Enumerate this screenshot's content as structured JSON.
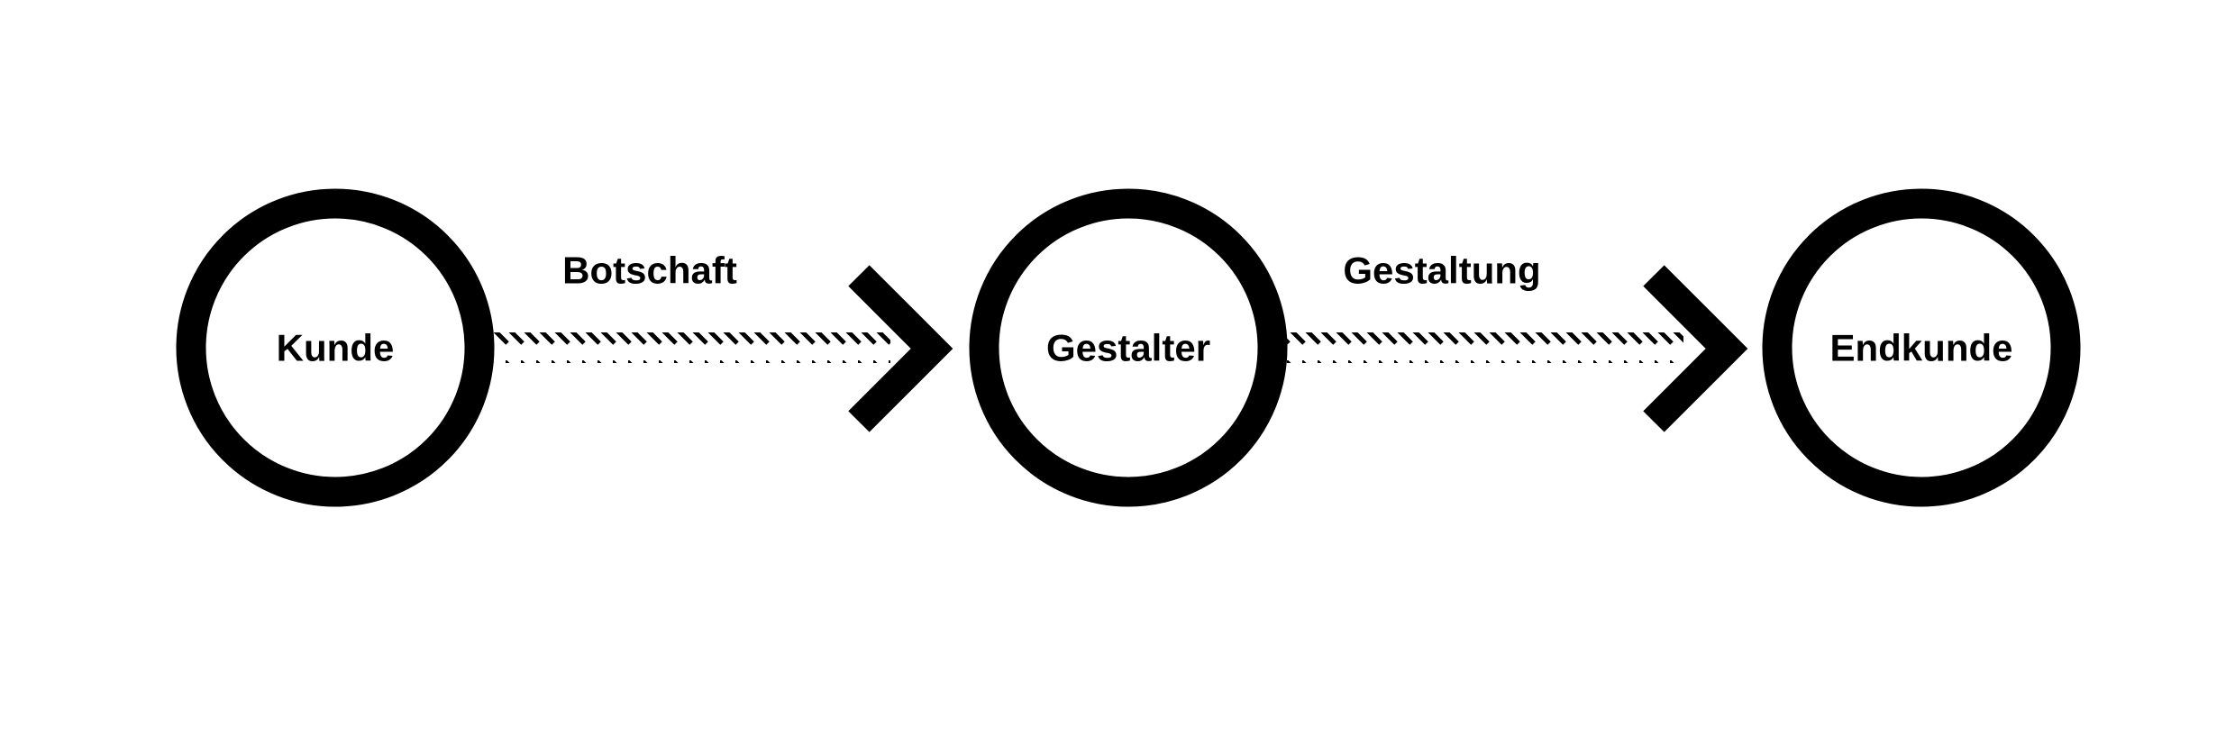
{
  "diagram": {
    "nodes": [
      {
        "id": "kunde",
        "label": "Kunde"
      },
      {
        "id": "gestalter",
        "label": "Gestalter"
      },
      {
        "id": "endkunde",
        "label": "Endkunde"
      }
    ],
    "edges": [
      {
        "from": "kunde",
        "to": "gestalter",
        "label": "Botschaft"
      },
      {
        "from": "gestalter",
        "to": "endkunde",
        "label": "Gestaltung"
      }
    ],
    "colors": {
      "stroke": "#000000",
      "background": "#ffffff"
    }
  }
}
